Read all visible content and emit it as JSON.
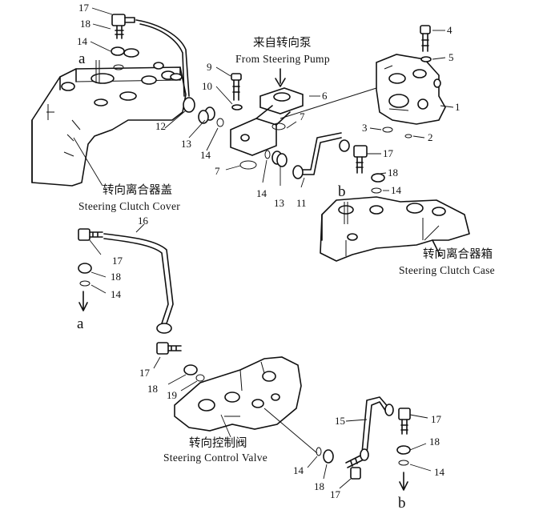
{
  "diagram": {
    "captions": {
      "pump_zh": "来自转向泵",
      "pump_en": "From Steering Pump",
      "cover_zh": "转向离合器盖",
      "cover_en": "Steering Clutch Cover",
      "case_zh": "转向离合器箱",
      "case_en": "Steering Clutch Case",
      "valve_zh": "转向控制阀",
      "valve_en": "Steering Control Valve"
    },
    "connection_marks": [
      "a",
      "b",
      "a",
      "b"
    ],
    "part_numbers": [
      "1",
      "2",
      "3",
      "4",
      "5",
      "6",
      "7",
      "7",
      "9",
      "10",
      "11",
      "12",
      "13",
      "13",
      "14",
      "14",
      "14",
      "14",
      "14",
      "14",
      "14",
      "15",
      "16",
      "17",
      "17",
      "17",
      "17",
      "17",
      "17",
      "18",
      "18",
      "18",
      "18",
      "18",
      "18",
      "19"
    ]
  }
}
